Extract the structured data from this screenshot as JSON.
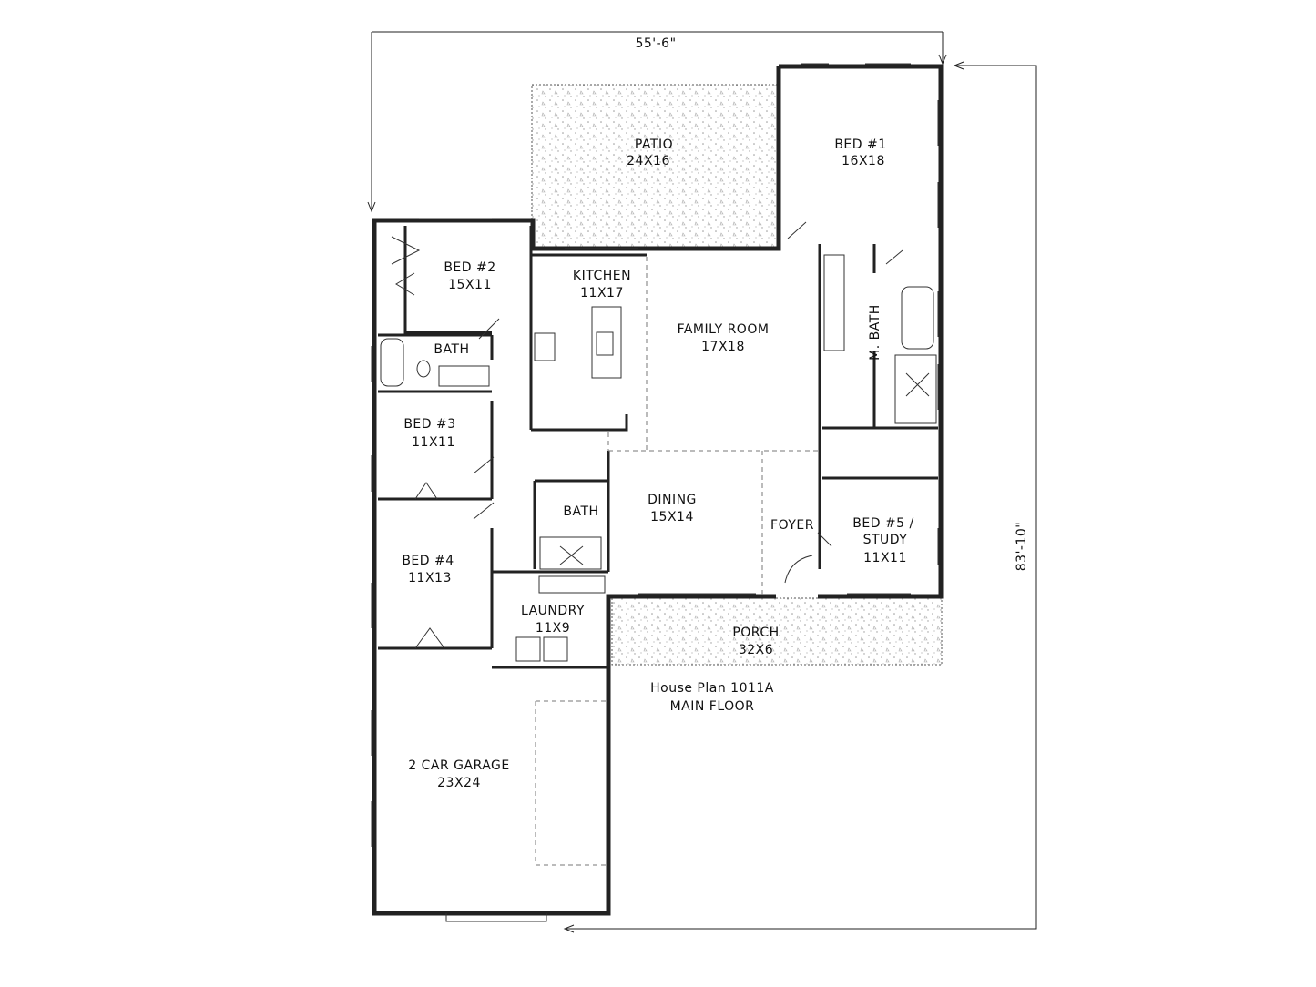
{
  "plan": {
    "title": "House Plan 1011A",
    "subtitle": "MAIN FLOOR",
    "overall_width": "55'-6\"",
    "overall_depth": "83'-10\""
  },
  "rooms": {
    "patio": {
      "name": "PATIO",
      "size": "24X16"
    },
    "bed1": {
      "name": "BED #1",
      "size": "16X18"
    },
    "bed2": {
      "name": "BED #2",
      "size": "15X11"
    },
    "kitchen": {
      "name": "KITCHEN",
      "size": "11X17"
    },
    "family": {
      "name": "FAMILY ROOM",
      "size": "17X18"
    },
    "bath1": {
      "name": "BATH"
    },
    "mbath": {
      "name": "M. BATH"
    },
    "bed3": {
      "name": "BED #3",
      "size": "11X11"
    },
    "dining": {
      "name": "DINING",
      "size": "15X14"
    },
    "bath2": {
      "name": "BATH"
    },
    "foyer": {
      "name": "FOYER"
    },
    "bed5": {
      "name": "BED #5 /",
      "name2": "STUDY",
      "size": "11X11"
    },
    "bed4": {
      "name": "BED #4",
      "size": "11X13"
    },
    "laundry": {
      "name": "LAUNDRY",
      "size": "11X9"
    },
    "porch": {
      "name": "PORCH",
      "size": "32X6"
    },
    "garage": {
      "name": "2 CAR GARAGE",
      "size": "23X24"
    }
  },
  "colors": {
    "line": "#222222",
    "hatch": "#999999",
    "background": "#ffffff"
  }
}
